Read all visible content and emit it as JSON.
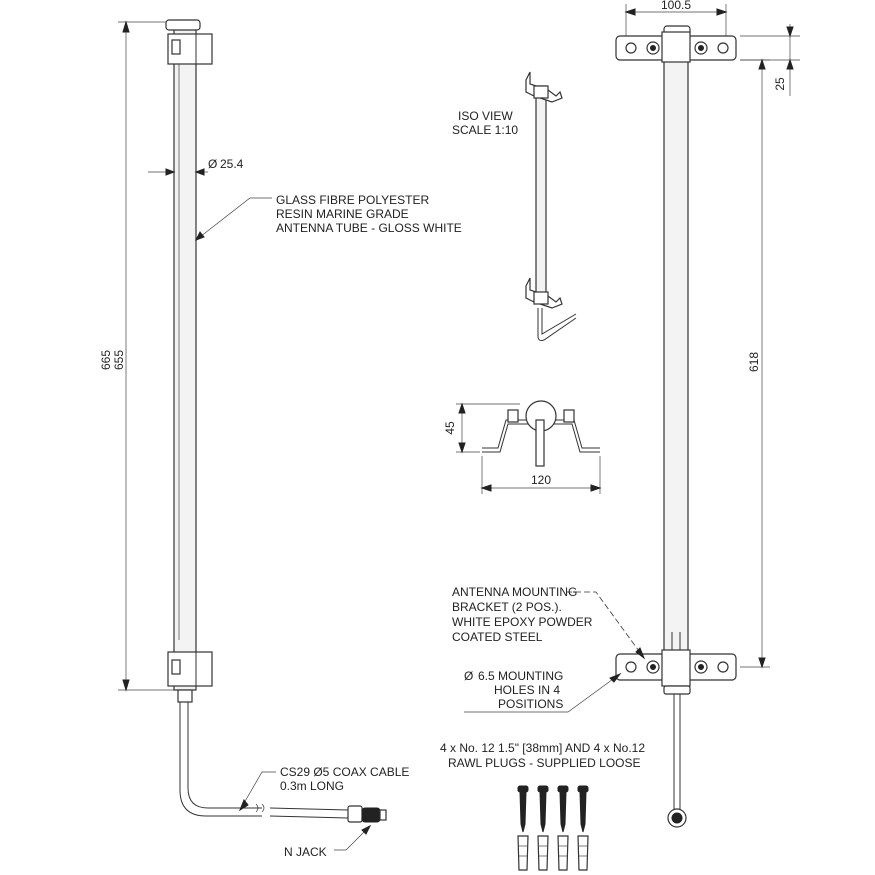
{
  "dimensions": {
    "tube_diameter": "25.4",
    "overall_length_a": "665",
    "overall_length_b": "655",
    "bracket_width": "100.5",
    "bracket_offset": "25",
    "bracket_spacing": "618",
    "bracket_height": "45",
    "bracket_base_width": "120"
  },
  "labels": {
    "tube_desc": [
      "GLASS FIBRE POLYESTER",
      "RESIN MARINE GRADE",
      "ANTENNA TUBE - GLOSS WHITE"
    ],
    "iso_view": [
      "ISO VIEW",
      "SCALE 1:10"
    ],
    "bracket_desc": [
      "ANTENNA MOUNTING",
      "BRACKET (2 POS.).",
      "WHITE EPOXY POWDER",
      "COATED STEEL"
    ],
    "holes_desc": [
      "6.5 MOUNTING",
      "HOLES IN 4",
      "POSITIONS"
    ],
    "screws_desc": [
      "4 x No. 12 1.5\" [38mm] AND 4 x No.12",
      "RAWL PLUGS - SUPPLIED LOOSE"
    ],
    "coax_desc": [
      "CS29  Ø5 COAX CABLE",
      "0.3m LONG"
    ],
    "jack": "N JACK",
    "diameter_symbol": "Ø"
  }
}
